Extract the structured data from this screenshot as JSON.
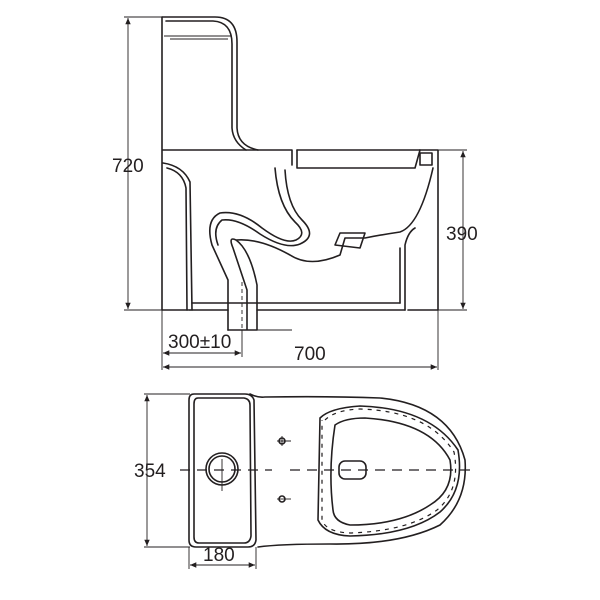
{
  "side_view": {
    "height_label": "720",
    "seat_height_label": "390",
    "rough_in_label": "300±10",
    "length_label": "700"
  },
  "top_view": {
    "width_label": "354",
    "tank_depth_label": "180"
  },
  "colors": {
    "line": "#231f20",
    "background": "#ffffff"
  }
}
